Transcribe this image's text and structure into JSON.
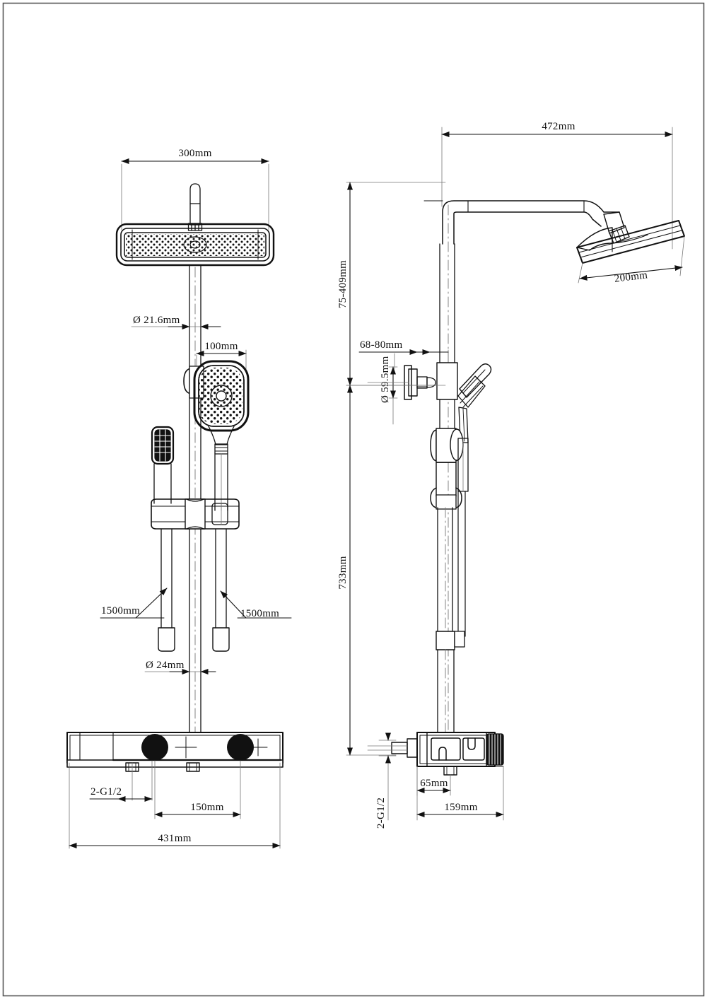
{
  "drawing": {
    "title": "Shower Column Technical Drawing",
    "border": {
      "color": "#555555"
    },
    "line_color": "#111111",
    "views": [
      {
        "name": "front-view",
        "label": ""
      },
      {
        "name": "side-view",
        "label": ""
      }
    ]
  },
  "front_view": {
    "dimensions": {
      "overhead_head_width": "300mm",
      "riser_pipe_diameter": "Ø 21.6mm",
      "hand_shower_width": "100mm",
      "hose_length_left": "1500mm",
      "hose_length_right": "1500mm",
      "lower_pipe_diameter": "Ø 24mm",
      "inlet_thread": "2-G1/2",
      "inlet_centers": "150mm",
      "mixer_bar_width": "431mm"
    }
  },
  "side_view": {
    "dimensions": {
      "arm_projection": "472mm",
      "overhead_head_depth": "200mm",
      "slider_travel": "75-409mm",
      "holder_projection": "68-80mm",
      "holder_diameter": "Ø 59.5mm",
      "riser_height": "733mm",
      "inlet_thread": "2-G1/2",
      "valve_depth_short": "65mm",
      "valve_depth_total": "159mm"
    }
  },
  "components": {
    "overhead_shower": "overhead-rain-shower-head",
    "shower_arm": "shower-arm",
    "riser_rail": "riser-rail",
    "hand_shower": "hand-shower-head",
    "hand_shower_holder": "hand-shower-holder",
    "slide_bracket": "slide-bracket",
    "shower_hose": "shower-hose",
    "thermostatic_mixer": "thermostatic-mixer-bar",
    "mixer_knob_left": "mixer-control-knob-left",
    "mixer_knob_right": "mixer-control-knob-right",
    "diverter_knob": "diverter-knob",
    "inlet_connector": "inlet-connector"
  }
}
